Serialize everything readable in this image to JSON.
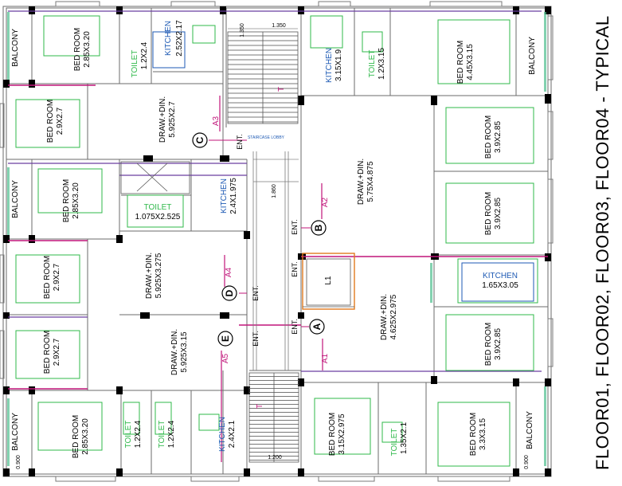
{
  "title": "FLOOR01, FLOOR02, FLOOR03, FLOOR04 - TYPICAL",
  "colors": {
    "wall": "#000000",
    "line": "#7a7a7a",
    "green": "#2fb84a",
    "blue": "#1e5ab4",
    "magenta": "#c0157a",
    "orange": "#e07a1e",
    "purple": "#6a3fa0",
    "greenbar": "#4fbf8e"
  },
  "dims": {
    "d1350a": "1.350",
    "d1350b": "1.350",
    "d1860": "1.860",
    "d1200": "1.200",
    "d0900a": "0.900",
    "d0900b": "0.900"
  },
  "grid": {
    "a": "A",
    "b": "B",
    "c": "C",
    "d": "D",
    "e": "E"
  },
  "axis_tags": {
    "a1": "A1",
    "a2": "A2",
    "a3": "A3",
    "a4": "A4",
    "a5": "A5"
  },
  "misc": {
    "staircase": "STAIRCASE LOBBY",
    "lift": "L1",
    "t1": "T",
    "t2": "T"
  },
  "ent": {
    "e1": "ENT.",
    "e2": "ENT.",
    "e3": "ENT.",
    "e4": "ENT.",
    "e5": "ENT.",
    "e6": "ENT."
  },
  "rooms": {
    "balcony_tl": {
      "name": "BALCONY"
    },
    "bed_tl": {
      "name": "BED ROOM",
      "size": "2.85X3.20"
    },
    "toilet_tl": {
      "name": "TOILET",
      "size": "1.2X2.4"
    },
    "kitchen_tl": {
      "name": "KITCHEN",
      "size": "2.52X2.17"
    },
    "bed_l2": {
      "name": "BED ROOM",
      "size": "2.9X2.7"
    },
    "draw_c": {
      "name": "DRAW.+DIN.",
      "size": "5.925X2.7"
    },
    "balcony_ml": {
      "name": "BALCONY"
    },
    "bed_ml": {
      "name": "BED ROOM",
      "size": "2.85X3.20"
    },
    "toilet_ml": {
      "name": "TOILET",
      "size": "1.075X2.525"
    },
    "kitchen_ml": {
      "name": "KITCHEN",
      "size": "2.4X1.975"
    },
    "bed_l3": {
      "name": "BED ROOM",
      "size": "2.9X2.7"
    },
    "draw_d": {
      "name": "DRAW.+DIN.",
      "size": "5.925X3.275"
    },
    "bed_l4": {
      "name": "BED ROOM",
      "size": "2.9X2.7"
    },
    "draw_e": {
      "name": "DRAW.+DIN.",
      "size": "5.925X3.15"
    },
    "balcony_bl": {
      "name": "BALCONY"
    },
    "bed_bl": {
      "name": "BED ROOM",
      "size": "2.85X3.20"
    },
    "toilet_bl1": {
      "name": "TOILET",
      "size": "1.2X2.4"
    },
    "toilet_bl2": {
      "name": "TOILET",
      "size": "1.2X2.4"
    },
    "kitchen_bl": {
      "name": "KITCHEN",
      "size": "2.4X2.1"
    },
    "kitchen_tr": {
      "name": "KITCHEN",
      "size": "3.15X1.9"
    },
    "toilet_tr": {
      "name": "TOILET",
      "size": "1.2X3.15"
    },
    "bed_tr": {
      "name": "BED ROOM",
      "size": "4.45X3.15"
    },
    "balcony_tr": {
      "name": "BALCONY"
    },
    "draw_b": {
      "name": "DRAW.+DIN.",
      "size": "5.75X4.875"
    },
    "bed_r2": {
      "name": "BED ROOM",
      "size": "3.9X2.85"
    },
    "bed_r3": {
      "name": "BED ROOM",
      "size": "3.9X2.85"
    },
    "kitchen_r": {
      "name": "KITCHEN",
      "size": "1.65X3.05"
    },
    "draw_a": {
      "name": "DRAW.+DIN.",
      "size": "4.625X2.975"
    },
    "bed_r4": {
      "name": "BED ROOM",
      "size": "3.9X2.85"
    },
    "bed_bc": {
      "name": "BED ROOM",
      "size": "3.15X2.975"
    },
    "toilet_br": {
      "name": "TOILET",
      "size": "1.35X2.1"
    },
    "bed_br": {
      "name": "BED ROOM",
      "size": "3.3X3.15"
    },
    "balcony_br": {
      "name": "BALCONY"
    }
  }
}
